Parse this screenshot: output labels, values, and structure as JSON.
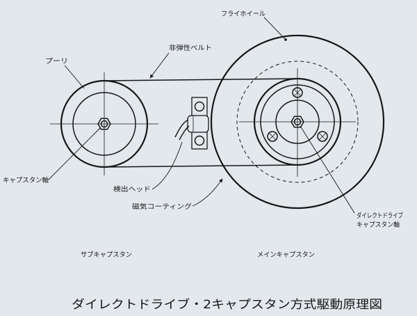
{
  "colors": {
    "background": "#e3e8ed",
    "ink": "#161616"
  },
  "diagram": {
    "title": "ダイレクトドライブ・2キャプスタン方式駆動原理図",
    "labels": {
      "flywheel": "フライホイール",
      "belt": "非弾性ベルト",
      "pulley": "プーリ",
      "capstan_shaft": "キャプスタン軸",
      "detection_head": "検出ヘッド",
      "magnetic_coating": "磁気コーティング",
      "direct_drive_line1": "ダイレクトドライブ",
      "direct_drive_line2": "キャプスタン軸",
      "sub_capstan": "サブキャプスタン",
      "main_capstan": "メインキャプスタン"
    }
  }
}
